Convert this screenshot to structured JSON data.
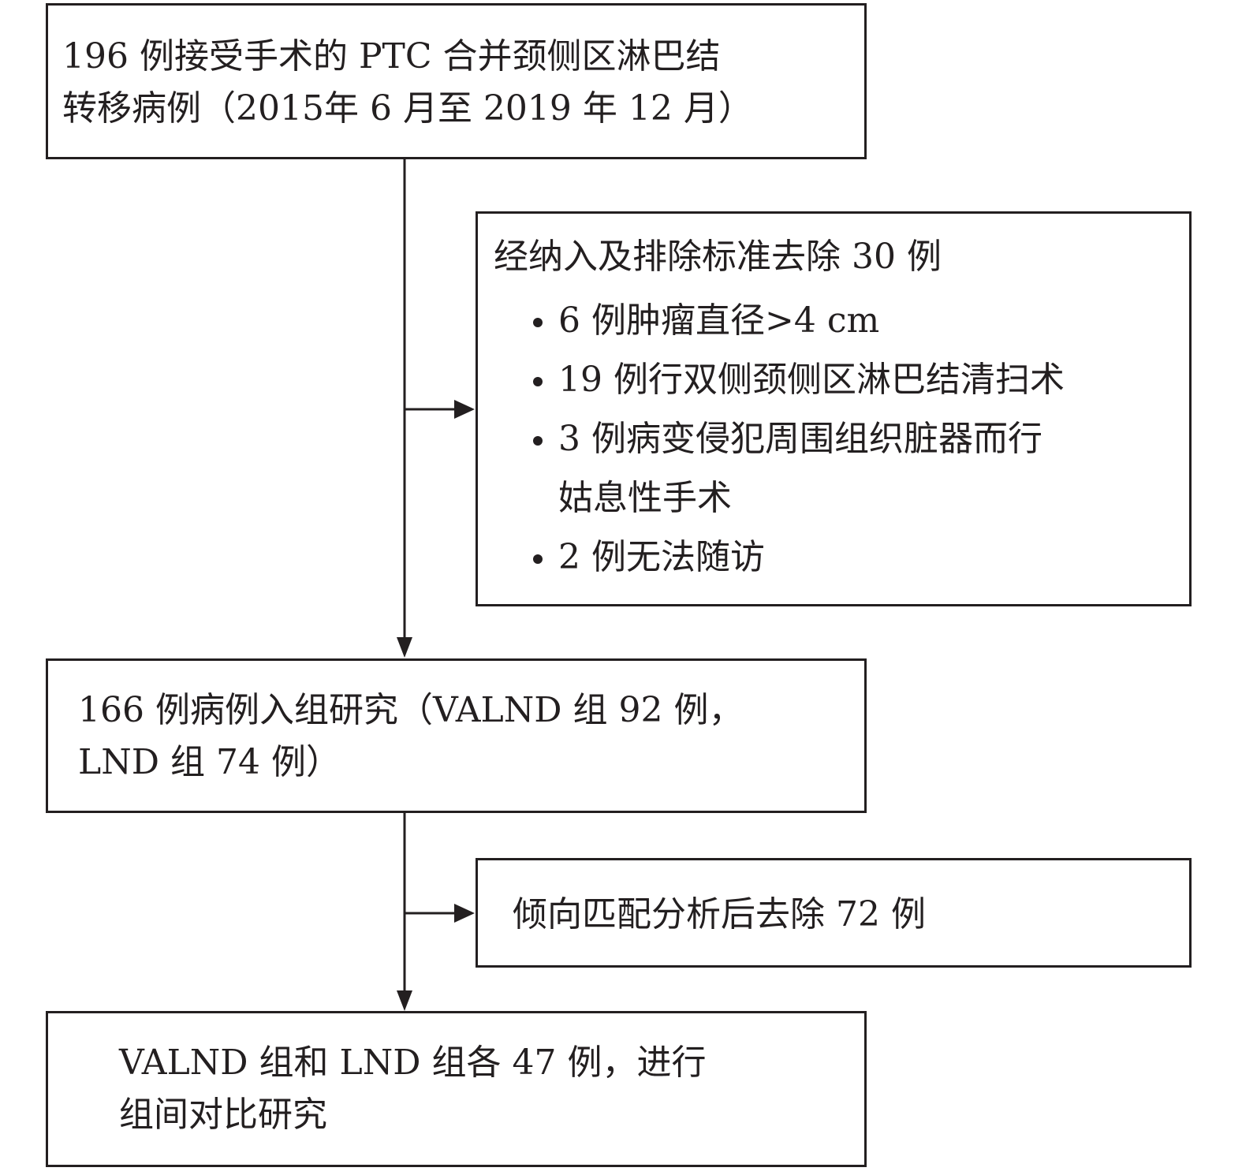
{
  "boxes": {
    "start": {
      "line1": "196 例接受手术的 PTC 合并颈侧区淋巴结",
      "line2": "转移病例（2015年 6 月至 2019 年 12 月）"
    },
    "exclusion1": {
      "heading": "经纳入及排除标准去除 30 例",
      "items": [
        "6 例肿瘤直径>4 cm",
        "19 例行双侧颈侧区淋巴结清扫术",
        "3 例病变侵犯周围组织脏器而行",
        "2 例无法随访"
      ],
      "item3_continuation": "姑息性手术"
    },
    "enrolled": {
      "line1": "166 例病例入组研究（VALND 组 92 例，",
      "line2": "LND 组 74 例）"
    },
    "exclusion2": {
      "text": "倾向匹配分析后去除 72 例"
    },
    "final": {
      "line1": "VALND 组和 LND 组各 47 例，进行",
      "line2": "组间对比研究"
    }
  },
  "colors": {
    "line": "#231f20",
    "background": "#ffffff"
  }
}
